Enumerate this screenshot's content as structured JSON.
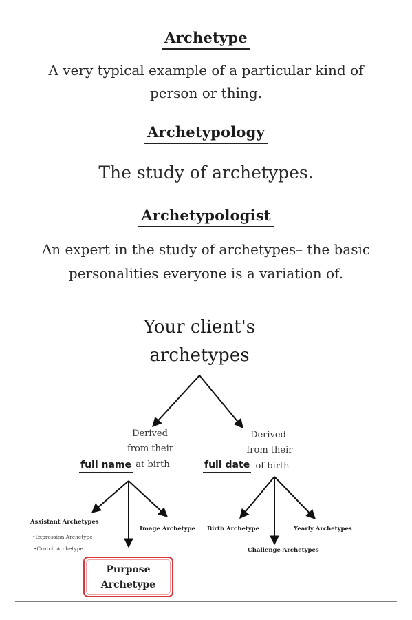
{
  "definitions": [
    {
      "term": "Archetype",
      "lines": [
        "A very typical example of a particular kind of",
        "person or thing."
      ]
    },
    {
      "term": "Archetypology",
      "lines": [
        "The study of archetypes."
      ]
    },
    {
      "term": "Archetypologist",
      "lines": [
        "An expert in the study of archetypes– the basic",
        "personalities everyone is a variation of."
      ]
    }
  ],
  "diagram": {
    "root": [
      "Your client's",
      "archetypes"
    ],
    "left_branch": {
      "note": [
        "Derived",
        "from their",
        "at birth"
      ],
      "field": "full name",
      "children": {
        "assistant": "Assistant Archetypes",
        "assistant_sub": [
          "•Expression Archetype",
          "•Crutch Archetype"
        ],
        "image": "Image  Archetype",
        "purpose": [
          "Purpose",
          "Archetype"
        ]
      }
    },
    "right_branch": {
      "note": [
        "Derived",
        "from their",
        "of birth"
      ],
      "field": "full date",
      "children": {
        "birth": "Birth Archetype",
        "challenge": "Challenge  Archetypes",
        "yearly": "Yearly  Archetypes"
      }
    }
  },
  "colors": {
    "accent_box": "#d9363e",
    "text": "#1c1c1c"
  }
}
